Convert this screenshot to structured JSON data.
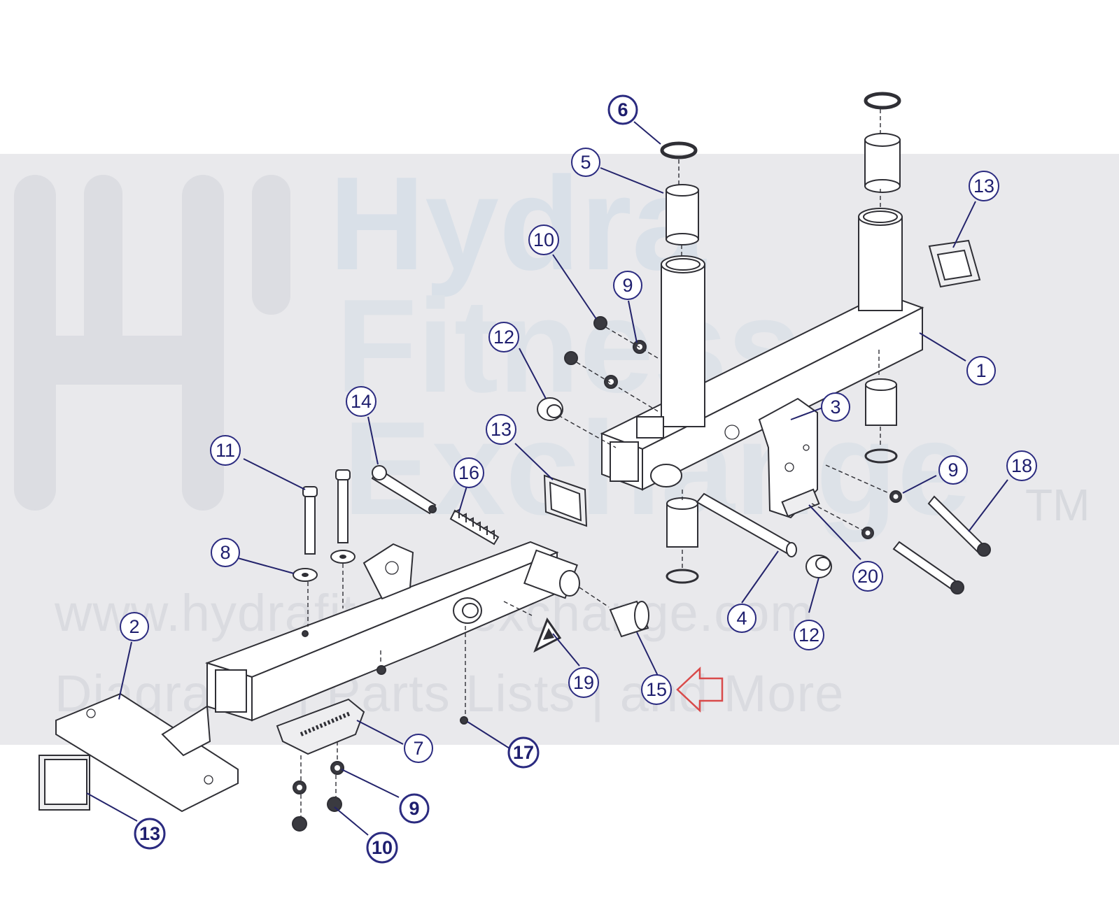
{
  "watermark": {
    "brand_line1": "Hydra",
    "brand_line2": "Fitness",
    "brand_line3": "Exchange",
    "trademark": "TM",
    "url": "www.hydrafitnessexchange.com",
    "tagline": "Diagrams | Parts Lists | and More"
  },
  "callouts": [
    {
      "id": "c6a",
      "label": "6"
    },
    {
      "id": "c5",
      "label": "5"
    },
    {
      "id": "c10a",
      "label": "10"
    },
    {
      "id": "c9a",
      "label": "9"
    },
    {
      "id": "c12a",
      "label": "12"
    },
    {
      "id": "c13a",
      "label": "13"
    },
    {
      "id": "c1",
      "label": "1"
    },
    {
      "id": "c3",
      "label": "3"
    },
    {
      "id": "c9b",
      "label": "9"
    },
    {
      "id": "c18",
      "label": "18"
    },
    {
      "id": "c14",
      "label": "14"
    },
    {
      "id": "c16",
      "label": "16"
    },
    {
      "id": "c13b",
      "label": "13"
    },
    {
      "id": "c11",
      "label": "11"
    },
    {
      "id": "c8",
      "label": "8"
    },
    {
      "id": "c2",
      "label": "2"
    },
    {
      "id": "c20",
      "label": "20"
    },
    {
      "id": "c4",
      "label": "4"
    },
    {
      "id": "c12b",
      "label": "12"
    },
    {
      "id": "c19",
      "label": "19"
    },
    {
      "id": "c15",
      "label": "15"
    },
    {
      "id": "c7",
      "label": "7"
    },
    {
      "id": "c17",
      "label": "17"
    },
    {
      "id": "c9c",
      "label": "9"
    },
    {
      "id": "c10b",
      "label": "10"
    },
    {
      "id": "c13c",
      "label": "13"
    }
  ],
  "colors": {
    "callout_stroke": "#2b2b80",
    "callout_text": "#1e1e6e",
    "highlight_arrow": "#d94a4a",
    "watermark_band": "#e9e9ec"
  }
}
